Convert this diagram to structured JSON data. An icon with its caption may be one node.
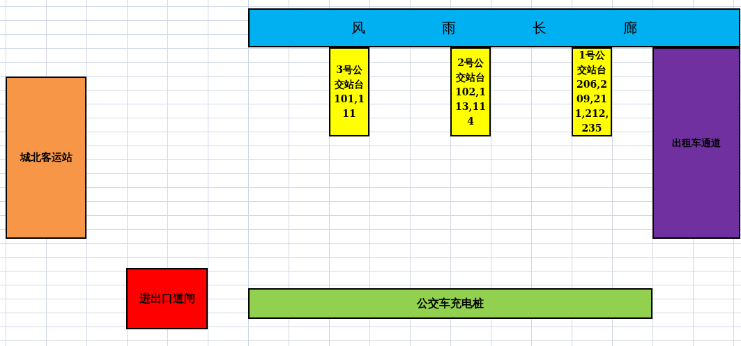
{
  "diagram": {
    "nodes": [
      {
        "text": [
          "风雨长廊"
        ]
      },
      {
        "text": [
          "3号公交站台101,111"
        ]
      },
      {
        "text": [
          "2号公交站台102,113,114"
        ]
      },
      {
        "text": [
          "1号公交站台206,209,211,212,235"
        ]
      },
      {
        "text": [
          "城北客运站"
        ]
      },
      {
        "text": [
          "出租车通道"
        ]
      },
      {
        "text": [
          "进出口道闸"
        ]
      },
      {
        "text": [
          "公交车充电桩"
        ]
      }
    ]
  }
}
